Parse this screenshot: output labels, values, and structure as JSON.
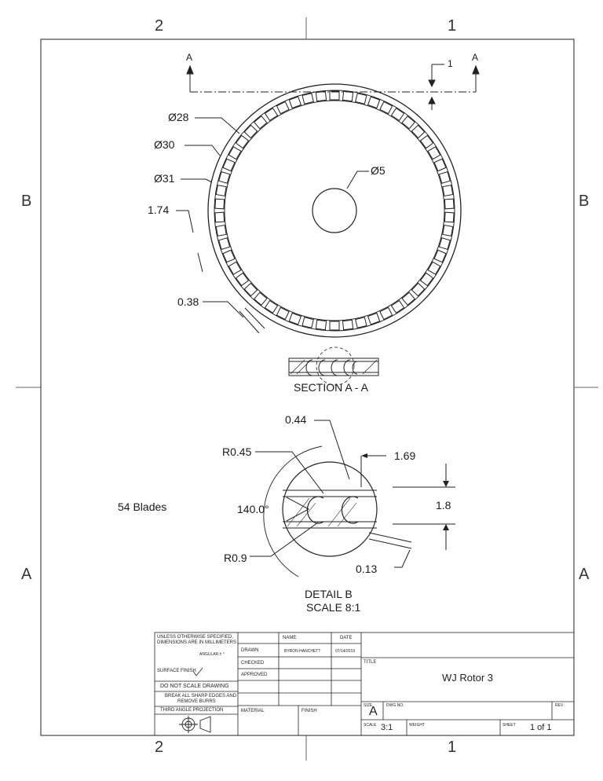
{
  "zones": {
    "top": [
      "2",
      "1"
    ],
    "bottom": [
      "2",
      "1"
    ],
    "left": [
      "B",
      "A"
    ],
    "right": [
      "B",
      "A"
    ]
  },
  "section_marks": {
    "left": "A",
    "right": "A",
    "ref": "1"
  },
  "dims": {
    "d28": "Ø28",
    "d30": "Ø30",
    "d31": "Ø31",
    "d5": "Ø5",
    "w174": "1.74",
    "w038": "0.38",
    "d044": "0.44",
    "r045": "R0.45",
    "d169": "1.69",
    "ang": "140.0°",
    "d18": "1.8",
    "r09": "R0.9",
    "d013": "0.13"
  },
  "section_label": "SECTION A - A",
  "detail_label": "DETAIL B",
  "detail_scale": "SCALE 8:1",
  "note": "54 Blades",
  "title_block": {
    "tolerance_1": "UNLESS OTHERWISE SPECIFIED,",
    "tolerance_2": "DIMENSIONS ARE IN MILLIMETERS",
    "angular": "ANGULAR ± °",
    "surface_finish": "SURFACE FINISH",
    "no_scale": "DO NOT SCALE DRAWING",
    "break_edges_1": "BREAK ALL SHARP EDGES AND",
    "break_edges_2": "REMOVE BURRS",
    "projection": "THIRD ANGLE PROJECTION",
    "name_header": "NAME",
    "date_header": "DATE",
    "drawn": "DRAWN",
    "drawn_name": "BYRON HANCHETT",
    "drawn_date": "07/14/2019",
    "checked": "CHECKED",
    "approved": "APPROVED",
    "material": "MATERIAL",
    "finish": "FINISH",
    "title_label": "TITLE",
    "title": "WJ Rotor 3",
    "size_label": "SIZE",
    "size": "A",
    "dwg_label": "DWG NO.",
    "rev_label": "REV",
    "scale_label": "SCALE",
    "scale": "3:1",
    "weight_label": "WEIGHT",
    "sheet_label": "SHEET",
    "sheet": "1 of 1"
  }
}
